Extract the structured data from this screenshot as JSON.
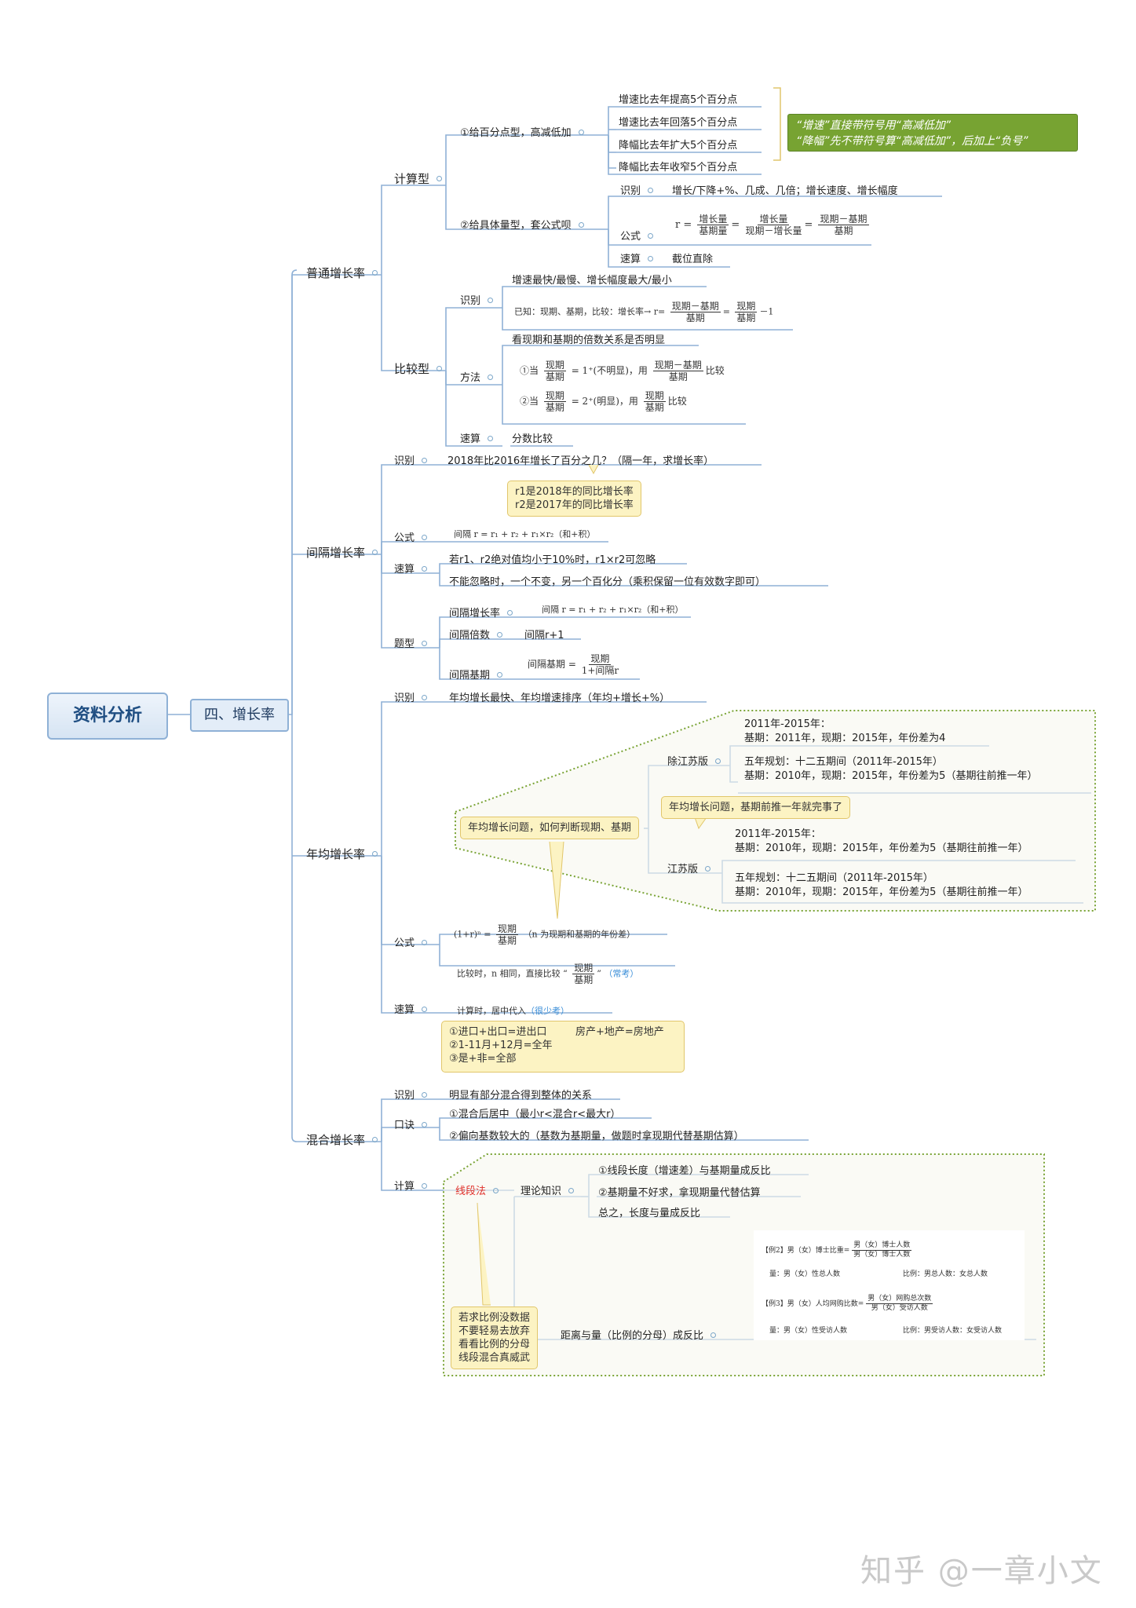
{
  "root": "资料分析",
  "level1": "四、增长率",
  "sections": {
    "putong": "普通增长率",
    "jiange": "间隔增长率",
    "nianjun": "年均增长率",
    "hunhe": "混合增长率"
  },
  "putong": {
    "jisuan": "计算型",
    "bijiao": "比较型",
    "type1": "①给百分点型，高减低加",
    "type1_items": [
      "增速比去年提高5个百分点",
      "增速比去年回落5个百分点",
      "降幅比去年扩大5个百分点",
      "降幅比去年收窄5个百分点"
    ],
    "green_note": [
      "“增速”直接带符号用“高减低加”",
      "“降幅”先不带符号算“高减低加”，后加上“负号”"
    ],
    "type2": "②给具体量型，套公式呗",
    "shibie": "识别",
    "shibie_text": "增长/下降+%、几成、几倍；增长速度、增长幅度",
    "gongshi": "公式",
    "r_eq": "r =",
    "f1_num": "增长量",
    "f1_den": "基期量",
    "f2_num": "增长量",
    "f2_den": "现期－增长量",
    "f3_num": "现期－基期",
    "f3_den": "基期",
    "susuan": "速算",
    "susuan_text": "截位直除",
    "bj_shibie": "识别",
    "bj_shibie_text": "增速最快/最慢、增长幅度最大/最小",
    "bj_formula_prefix": "已知：现期、基期，比较：增长率→ r=",
    "bj_minus1": "－1",
    "bj_fangfa": "方法",
    "bj_fangfa_text": "看现期和基期的倍数关系是否明显",
    "m1_prefix": "①当",
    "m1_mid": "= 1⁺(不明显)，用",
    "m1_suffix": "比较",
    "m2_prefix": "②当",
    "m2_mid": "= 2⁺(明显)，用",
    "m2_suffix": "比较",
    "xianqi": "现期",
    "jiqi": "基期",
    "xq_minus_jq": "现期－基期",
    "bj_susuan": "速算",
    "bj_susuan_text": "分数比较"
  },
  "jiange": {
    "shibie": "识别",
    "shibie_text": "2018年比2016年增长了百分之几？（隔一年，求增长率）",
    "note": [
      "r1是2018年的同比增长率",
      "r2是2017年的同比增长率"
    ],
    "gongshi": "公式",
    "gongshi_formula": "间隔  r = r₁ + r₂ + r₁×r₂（和+积）",
    "susuan": "速算",
    "susuan1": "若r1、r2绝对值均小于10%时，r1×r2可忽略",
    "susuan2": "不能忽略时，一个不变，另一个百化分（乘积保留一位有效数字即可）",
    "tixing": "题型",
    "t1": "间隔增长率",
    "t1_formula": "间隔  r = r₁ + r₂ + r₁×r₂（和+积）",
    "t2": "间隔倍数",
    "t2_text": "间隔r+1",
    "t3": "间隔基期",
    "t3_prefix": "间隔基期 =",
    "t3_num": "现期",
    "t3_den": "1+间隔r"
  },
  "nianjun": {
    "shibie": "识别",
    "shibie_text": "年均增长最快、年均增速排序（年均+增长+%）",
    "callout": "年均增长问题，如何判断现期、基期",
    "chu": "除江苏版",
    "chu1": [
      "2011年-2015年：",
      "基期：2011年，现期：2015年，年份差为4"
    ],
    "chu2": [
      "五年规划：十二五期间（2011年-2015年）",
      "基期：2010年，现期：2015年，年份差为5（基期往前推一年）"
    ],
    "note": "年均增长问题，基期前推一年就完事了",
    "js": "江苏版",
    "js1": [
      "2011年-2015年：",
      "基期：2010年，现期：2015年，年份差为5（基期往前推一年）"
    ],
    "js2": [
      "五年规划：十二五期间（2011年-2015年）",
      "基期：2010年，现期：2015年，年份差为5（基期往前推一年）"
    ],
    "gongshi": "公式",
    "gongshi_left": "(1+r)ⁿ =",
    "gongshi_right": "（n 为现期和基期的年份差）",
    "xianqi": "现期",
    "jiqi": "基期",
    "compare_prefix": "比较时，n 相同，直接比较 “",
    "compare_suffix": "”",
    "compare_tag": "（常考）",
    "susuan": "速算",
    "susuan_text": "计算时，居中代入",
    "susuan_tag": "（很少考）"
  },
  "hunhe": {
    "note": [
      "①进口+出口=进出口",
      "②1-11月+12月=全年",
      "③是+非=全部"
    ],
    "note_right": "房产+地产=房地产",
    "shibie": "识别",
    "shibie_text": "明显有部分混合得到整体的关系",
    "koujue": "口诀",
    "k1": "①混合后居中（最小r<混合r<最大r）",
    "k2": "②偏向基数较大的（基数为基期量，做题时拿现期代替基期估算）",
    "jisuan": "计算",
    "xdf": "线段法",
    "lilun": "理论知识",
    "l1": "①线段长度（增速差）与基期量成反比",
    "l2": "②基期量不好求，拿现期量代替估算",
    "l3": "总之，长度与量成反比",
    "juli": "距离与量（比例的分母）成反比",
    "tip": [
      "若求比例没数据",
      "不要轻易去放弃",
      "看看比例的分母",
      "线段混合真威武"
    ],
    "ex2_head": "【例2】男（女）博士比重=",
    "ex2_num": "男（女）博士人数",
    "ex2_den": "男（女）博士人数",
    "ex2_a": "量：男（女）性总人数",
    "ex2_b": "比例：男总人数：女总人数",
    "ex3_head": "【例3】男（女）人均网购比数=",
    "ex3_num": "男（女）网购总次数",
    "ex3_den": "男（女）受访人数",
    "ex3_a": "量：男（女）性受访人数",
    "ex3_b": "比例：男受访人数：女受访人数"
  },
  "watermark": "知乎 @一章小文"
}
